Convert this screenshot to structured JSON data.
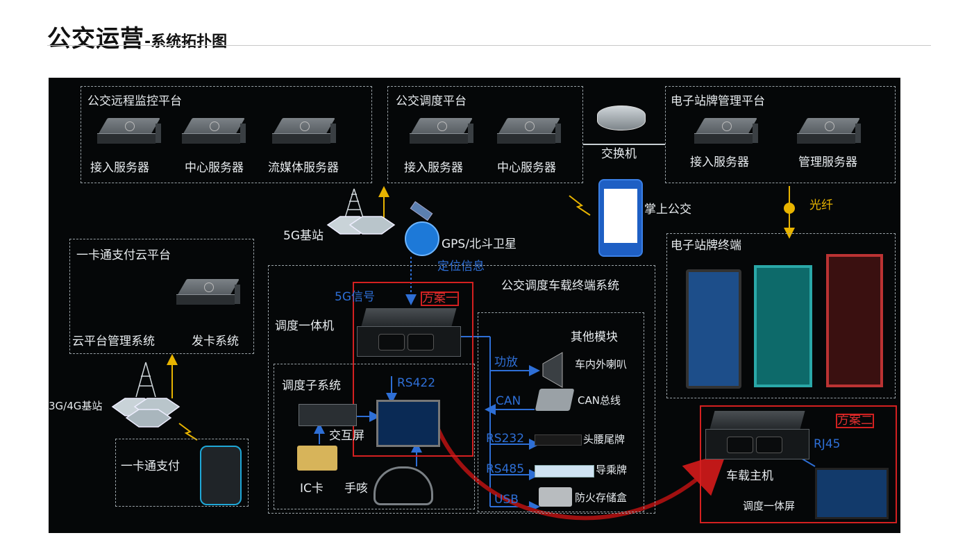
{
  "title": {
    "main": "公交运营",
    "sub": "-系统拓扑图"
  },
  "diagram": {
    "remote_monitor": {
      "label": "公交远程监控平台",
      "servers": [
        "接入服务器",
        "中心服务器",
        "流媒体服务器"
      ]
    },
    "dispatch_platform": {
      "label": "公交调度平台",
      "servers": [
        "接入服务器",
        "中心服务器"
      ]
    },
    "switch": {
      "label": "交换机"
    },
    "epaper_platform": {
      "label": "电子站牌管理平台",
      "servers": [
        "接入服务器",
        "管理服务器"
      ]
    },
    "mobile": {
      "label": "掌上公交"
    },
    "fiber": {
      "label": "光纤"
    },
    "bs5g": {
      "label": "5G基站"
    },
    "gps": {
      "label": "GPS/北斗卫星"
    },
    "positioning": {
      "label": "定位信息"
    },
    "card_cloud": {
      "label": "一卡通支付云平台",
      "items": [
        "云平台管理系统",
        "发卡系统"
      ]
    },
    "onboard_system": {
      "label": "公交调度车载终端系统"
    },
    "signal5g": {
      "label": "5G信号"
    },
    "plan1": {
      "label": "方案一"
    },
    "dispatch_unit": {
      "label": "调度一体机"
    },
    "subsystem": {
      "label": "调度子系统",
      "rs422": "RS422",
      "screen": "交互屏",
      "ic_card": "IC卡",
      "mic": "手咳"
    },
    "other_modules": {
      "label": "其他模块",
      "rows": [
        {
          "port": "功放",
          "device": "车内外喇叭"
        },
        {
          "port": "CAN",
          "device": "CAN总线"
        },
        {
          "port": "RS232",
          "device": "头腰尾牌"
        },
        {
          "port": "RS485",
          "device": "导乘牌"
        },
        {
          "port": "USB",
          "device": "防火存储盒"
        }
      ]
    },
    "epaper_terminal": {
      "label": "电子站牌终端"
    },
    "bs34g": {
      "label": "3G/4G基站"
    },
    "card_pay": {
      "label": "一卡通支付"
    },
    "plan2": {
      "label": "方案二",
      "rj45": "RJ45",
      "host": "车载主机",
      "screen": "调度一体屏"
    },
    "colors": {
      "background": "#050708",
      "accent_blue": "#2e6fd6",
      "accent_red": "#d42020",
      "arrow_yellow": "#e8b400"
    }
  }
}
